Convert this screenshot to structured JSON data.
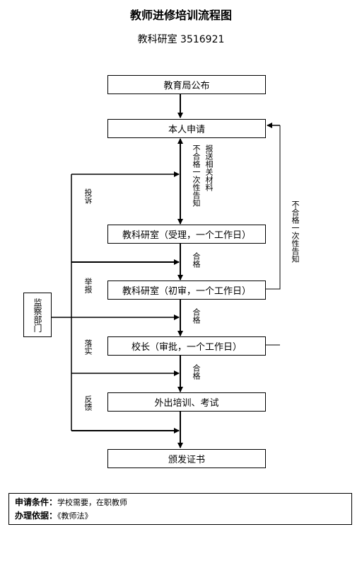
{
  "title": "教师进修培训流程图",
  "subtitle": "教科研室 3516921",
  "nodes": {
    "announce": "教育局公布",
    "apply": "本人申请",
    "accept": "教科研室（受理，一个工作日）",
    "review": "教科研室（初审，一个工作日）",
    "approve": "校长（审批，一个工作日）",
    "training": "外出培训、考试",
    "certificate": "颁发证书"
  },
  "labels": {
    "submit_materials": "报送相关材料",
    "fail_notice": "不合格一次性告知",
    "pass_1": "合格",
    "pass_2": "合格",
    "pass_3": "合格",
    "fail_notice_right": "不合格一次性告知"
  },
  "supervision": {
    "dept": "监察部门",
    "complaint": "投诉",
    "report": "举报",
    "implement": "落实",
    "feedback": "反馈"
  },
  "footer": {
    "conditions_label": "申请条件：",
    "conditions_value": "学校需要，在职教师",
    "basis_label": "办理依据：",
    "basis_value": "《教师法》"
  }
}
